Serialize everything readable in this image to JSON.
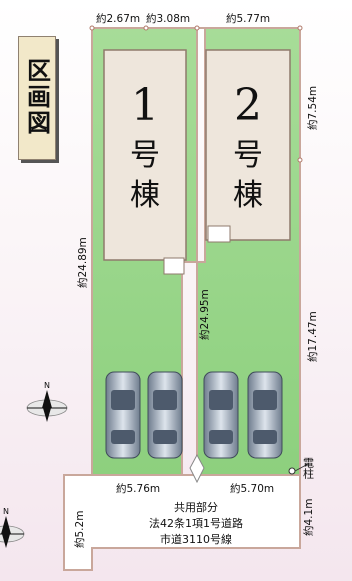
{
  "title_box": {
    "text": "区画図"
  },
  "lots": [
    {
      "number": "1",
      "suffix1": "号",
      "suffix2": "棟"
    },
    {
      "number": "2",
      "suffix1": "号",
      "suffix2": "棟"
    }
  ],
  "dimensions": {
    "top_lot1_a": "約2.67m",
    "top_lot1_b": "約3.08m",
    "top_lot2": "約5.77m",
    "lot1_left": "約24.89m",
    "lot2_middle": "約24.95m",
    "lot2_right_upper": "約7.54m",
    "lot2_right_lower": "約17.47m",
    "road_left_width": "約5.76m",
    "road_right_width": "約5.70m",
    "road_left_height": "約5.2m",
    "road_right_height": "約4.1m"
  },
  "road": {
    "line1": "共用部分",
    "line2": "法42条1項1号道路",
    "line3": "市道3110号線"
  },
  "pole_label": "電柱",
  "compass_label": "N",
  "colors": {
    "lot_green": "#9bd88c",
    "lot_border": "#c9a79b",
    "house_fill": "#eee6dc",
    "house_border": "#8f7a6c"
  }
}
